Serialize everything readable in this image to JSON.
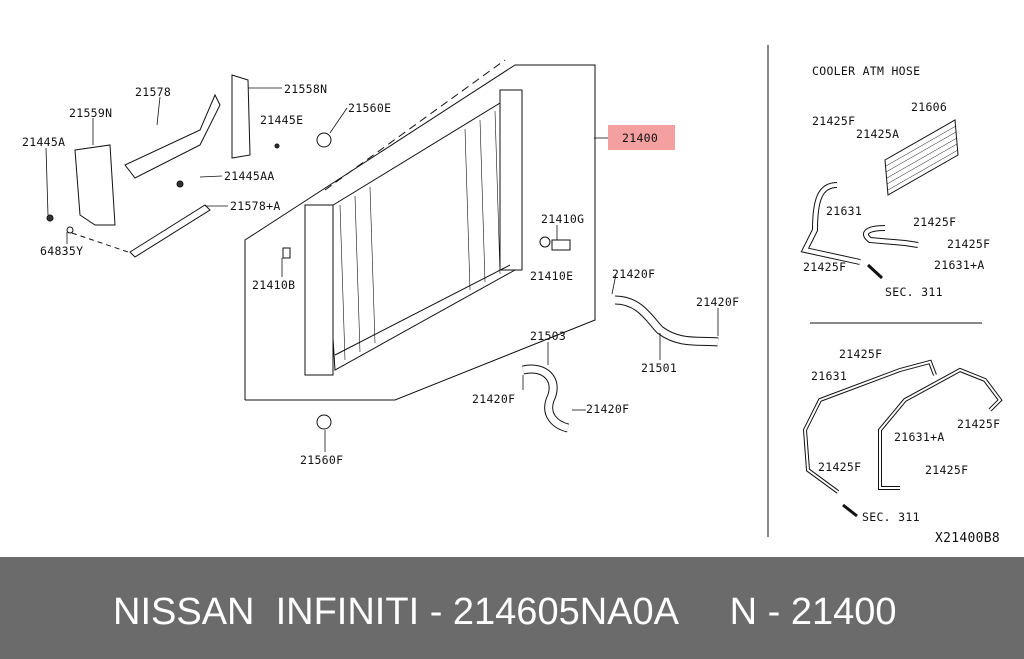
{
  "diagram": {
    "callouts": [
      "21578",
      "21558N",
      "21559N",
      "21560E",
      "21445E",
      "21445A",
      "21400",
      "21445AA",
      "21578+A",
      "64835Y",
      "21410G",
      "21410B",
      "21410E",
      "21420F",
      "21420F",
      "21503",
      "21501",
      "21420F",
      "21420F",
      "21560F"
    ],
    "highlighted_part": "21400",
    "highlight_color": "#f4a0a0",
    "cooler_section": {
      "title": "COOLER ATM HOSE",
      "callouts": [
        "21606",
        "21425F",
        "21425A",
        "21631",
        "21425F",
        "21425F",
        "21425F",
        "21631+A",
        "SEC. 311"
      ]
    },
    "hose_section": {
      "callouts": [
        "21425F",
        "21631",
        "21425F",
        "21631+A",
        "21425F",
        "21425F",
        "SEC. 311"
      ]
    },
    "diagram_code": "X21400B8"
  },
  "banner": {
    "text": "NISSAN  INFINITI - 214605NA0A     N - 21400",
    "background": "#6b6b6b"
  }
}
